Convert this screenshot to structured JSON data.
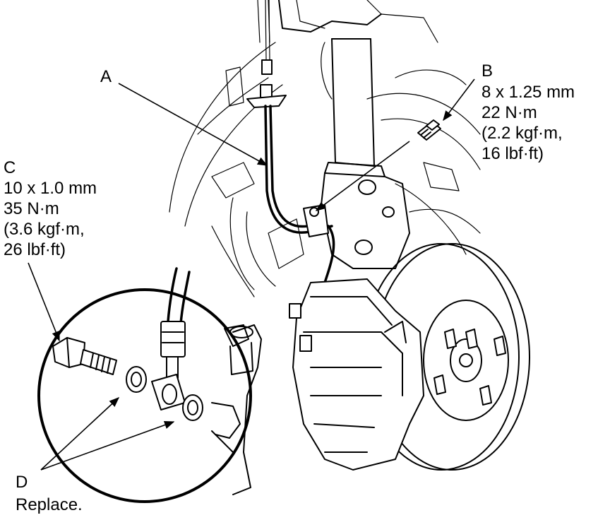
{
  "callouts": {
    "A": {
      "letter": "A"
    },
    "B": {
      "letter": "B",
      "lines": [
        "8 x 1.25 mm",
        "22 N·m",
        "(2.2 kgf·m,",
        "16 lbf·ft)"
      ]
    },
    "C": {
      "letter": "C",
      "lines": [
        "10 x 1.0 mm",
        "35 N·m",
        "(3.6 kgf·m,",
        "26 lbf·ft)"
      ]
    },
    "D": {
      "letter": "D",
      "lines": [
        "Replace."
      ]
    }
  }
}
